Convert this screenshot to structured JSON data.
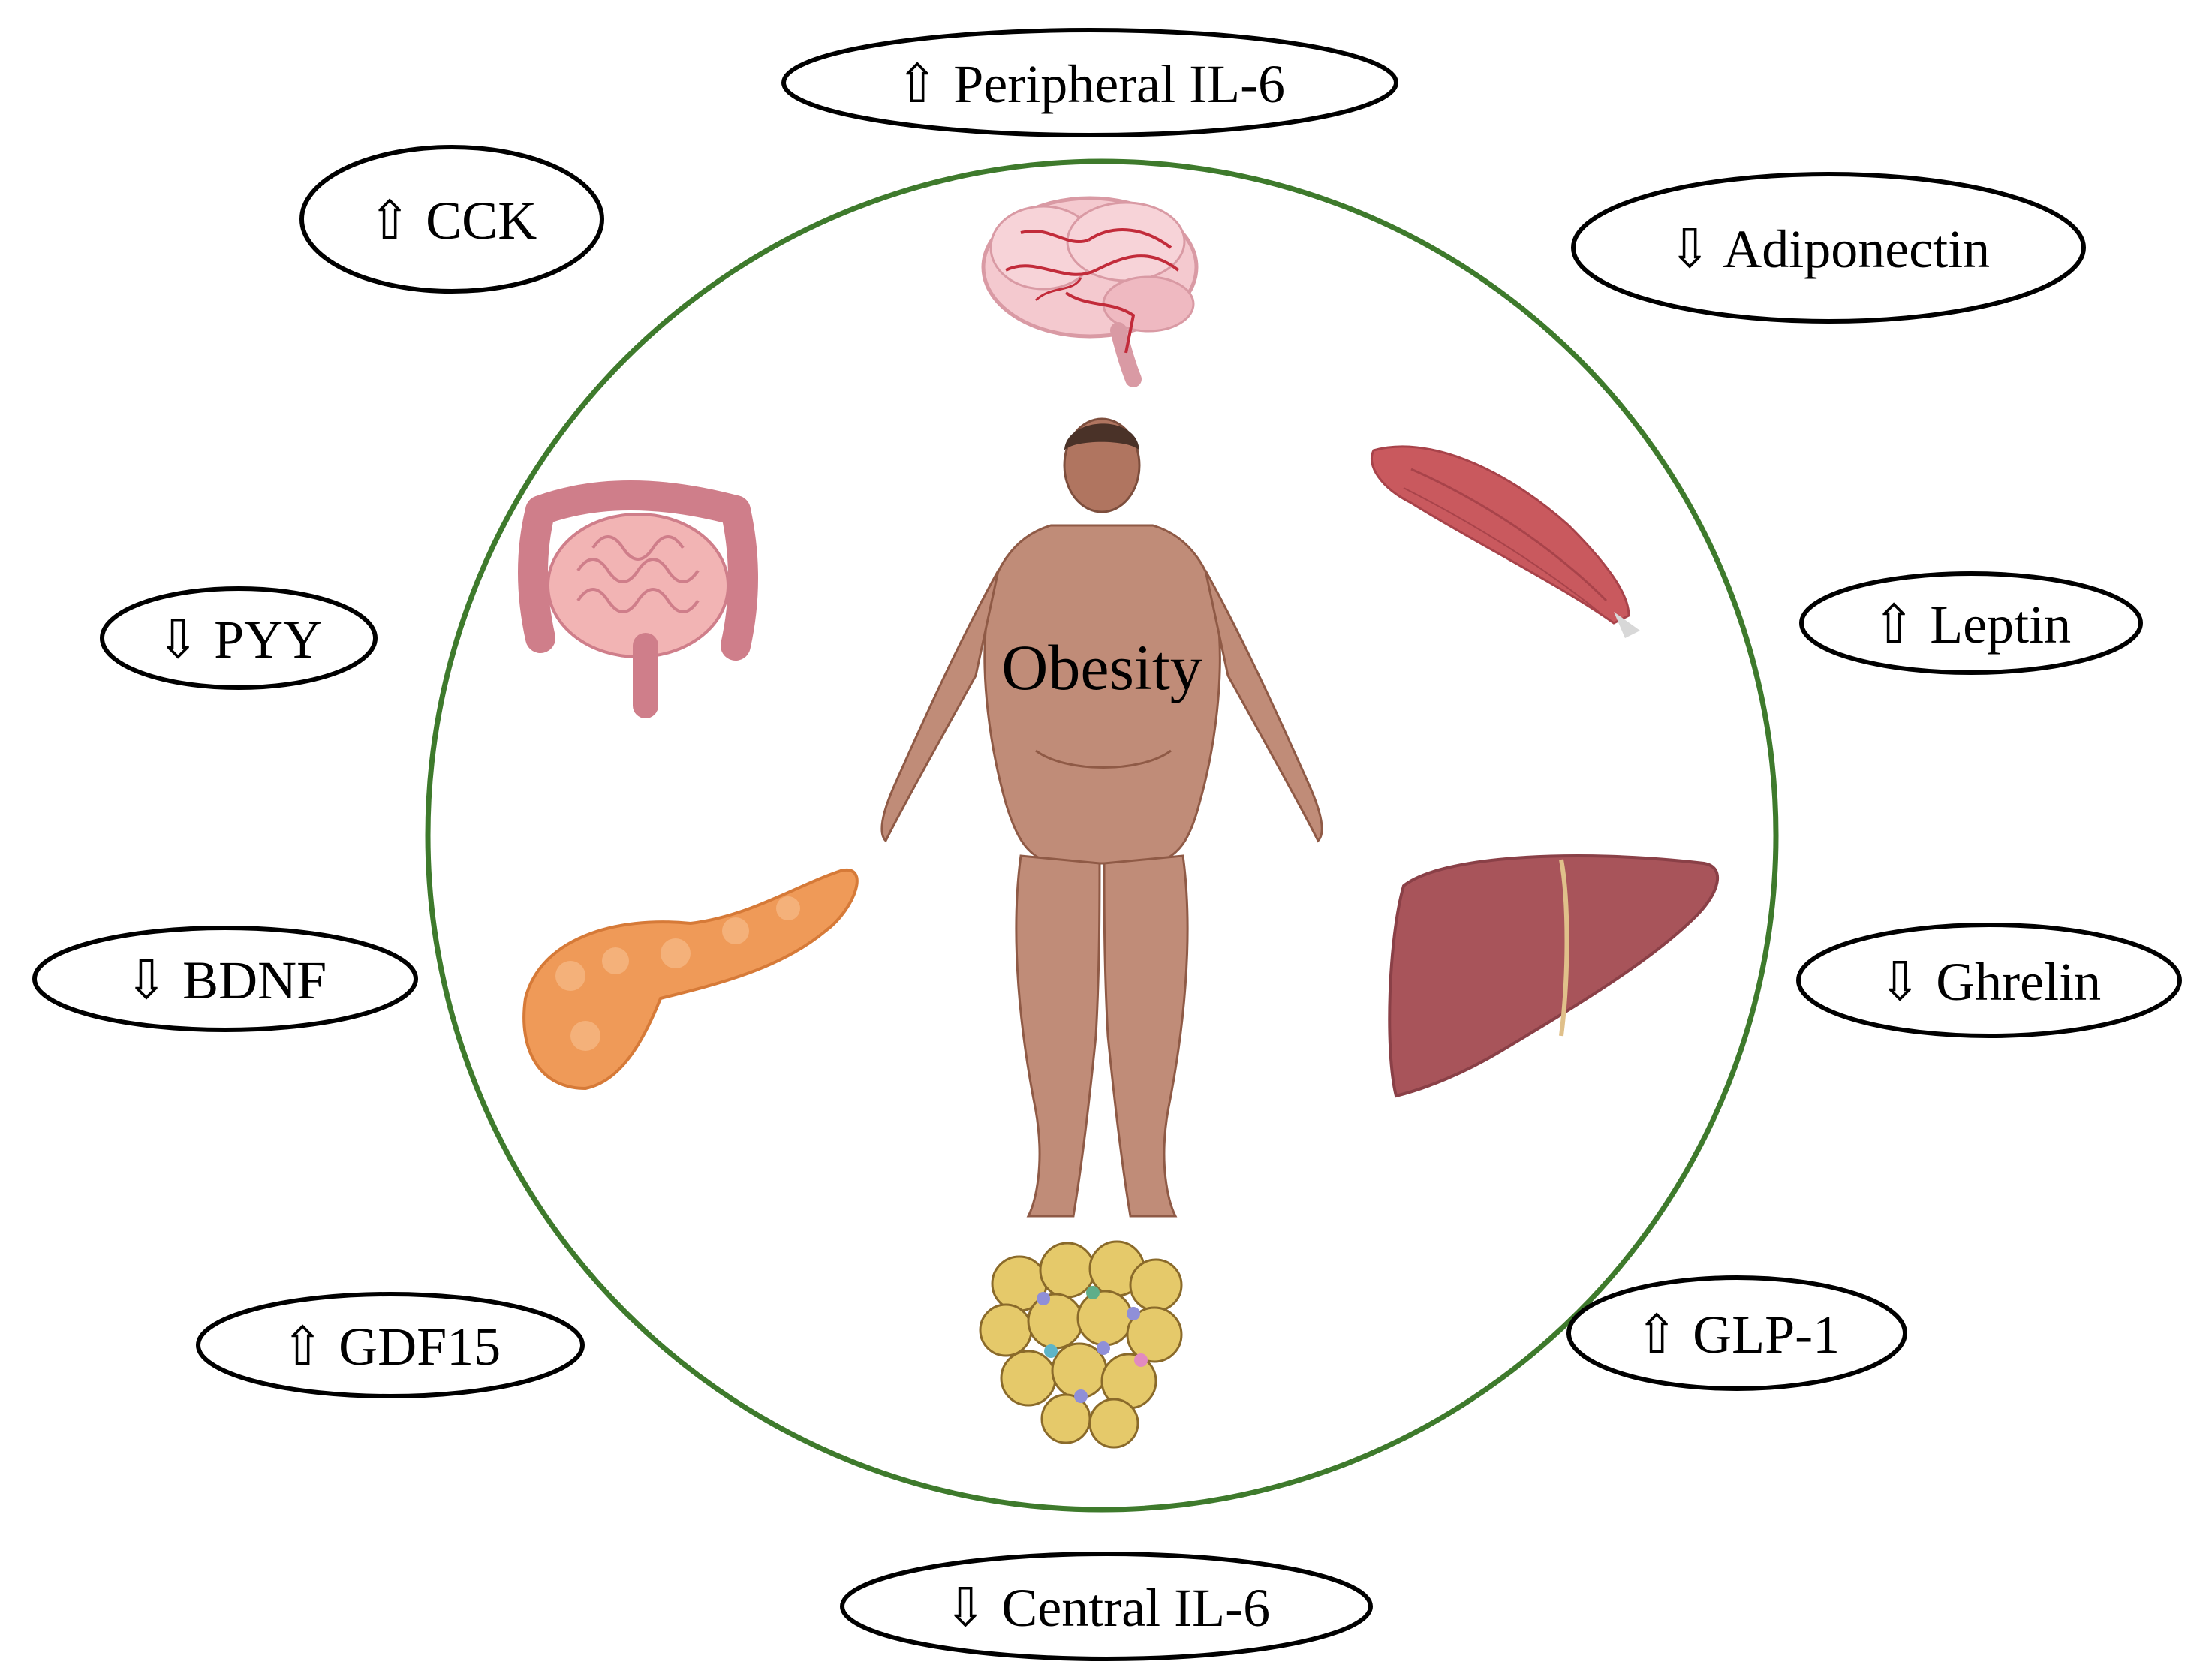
{
  "diagram": {
    "center_label": "Obesity",
    "circle_color": "#3e7a2c",
    "markers": [
      {
        "arrow": "⇧",
        "text": "Peripheral IL-6"
      },
      {
        "arrow": "⇧",
        "text": "CCK"
      },
      {
        "arrow": "⇩",
        "text": "Adiponectin"
      },
      {
        "arrow": "⇩",
        "text": "PYY"
      },
      {
        "arrow": "⇧",
        "text": "Leptin"
      },
      {
        "arrow": "⇩",
        "text": "BDNF"
      },
      {
        "arrow": "⇩",
        "text": "Ghrelin"
      },
      {
        "arrow": "⇧",
        "text": "GDF15"
      },
      {
        "arrow": "⇧",
        "text": "GLP-1"
      },
      {
        "arrow": "⇩",
        "text": "Central IL-6"
      }
    ],
    "organs": [
      "brain-icon",
      "intestine-icon",
      "muscle-icon",
      "pancreas-icon",
      "liver-icon",
      "adipose-tissue-icon",
      "human-body-icon"
    ]
  }
}
